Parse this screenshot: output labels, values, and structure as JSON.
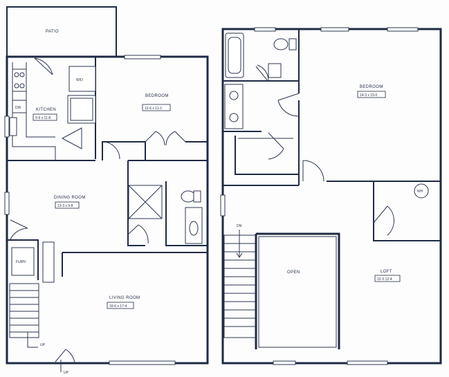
{
  "rooms": {
    "patio": "PATIO",
    "kitchen": "KITCHEN",
    "kitchen_dim": "9-9 x 11-8",
    "wd": "W/D",
    "dw": "DW",
    "bedroom1": "BEDROOM",
    "bedroom1_dim": "12-6 x 11-2",
    "dining": "DINING ROOM",
    "dining_dim": "13-3 x 9-8",
    "furn": "FURN",
    "living": "LIVING ROOM",
    "living_dim": "16-6 x 17-4",
    "up_stair": "UP",
    "up_entry": "UP",
    "bedroom2": "BEDROOM",
    "bedroom2_dim": "14-3 x 15-0",
    "wh": "WH",
    "dn": "DN",
    "open": "OPEN",
    "loft": "LOFT",
    "loft_dim": "10 X 12-4"
  }
}
